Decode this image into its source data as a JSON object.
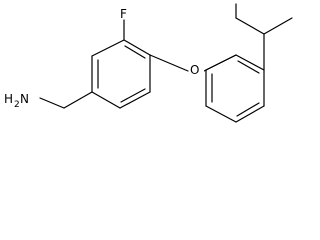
{
  "molecule": {
    "atoms": {
      "fluorine": {
        "symbol": "F"
      },
      "oxygen": {
        "symbol": "O"
      },
      "amine": {
        "symbol": "H",
        "subscript": "2",
        "suffix": "N"
      }
    },
    "colors": {
      "bond": "#000000",
      "text": "#000000",
      "background": "#ffffff"
    }
  }
}
